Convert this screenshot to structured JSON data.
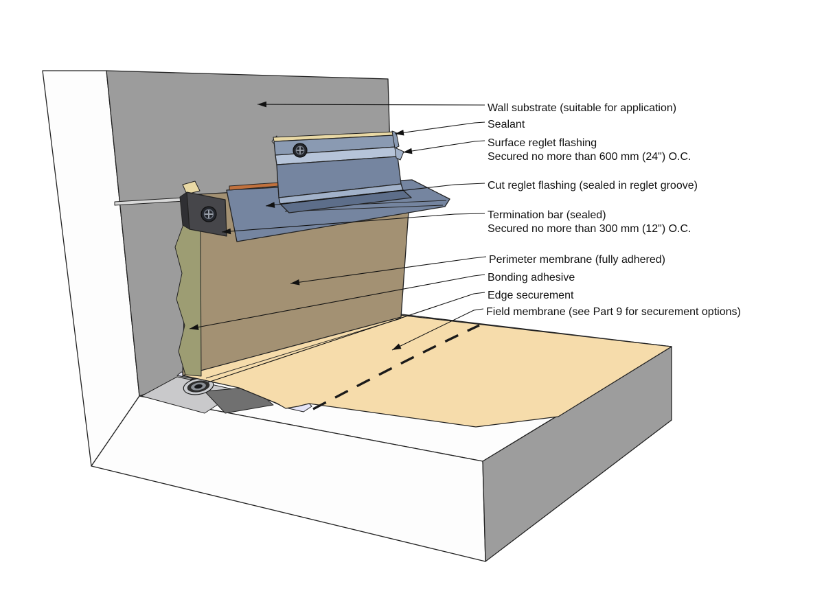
{
  "callouts": {
    "wall_substrate": {
      "label": "Wall substrate (suitable for application)"
    },
    "sealant": {
      "label": "Sealant"
    },
    "surface_reglet_flashing": {
      "label": "Surface reglet flashing",
      "note": "Secured no more than 600 mm (24\") O.C."
    },
    "cut_reglet_flashing": {
      "label": "Cut reglet flashing (sealed in reglet groove)"
    },
    "termination_bar": {
      "label": "Termination bar (sealed)",
      "note": "Secured no more than 300 mm (12\") O.C."
    },
    "perimeter_membrane": {
      "label": "Perimeter membrane (fully adhered)"
    },
    "bonding_adhesive": {
      "label": "Bonding adhesive"
    },
    "edge_securement": {
      "label": "Edge securement"
    },
    "field_membrane": {
      "label": "Field membrane (see Part 9 for securement options)"
    }
  },
  "colors": {
    "wall_gray": "#9c9c9c",
    "slab_side_gray": "#9d9d9d",
    "white_face": "#fdfdfd",
    "field_membrane_tan": "#f6dcab",
    "perimeter_membrane_brown": "#a39173",
    "bonding_adhesive_green": "#9d9d73",
    "flashing_blue": "#7585a0",
    "flashing_top": "#8a9ab2",
    "flashing_highlight": "#b6c4d9",
    "flashing_ridge": "#a2b2ca",
    "flashing_dark": "#5d6e8a",
    "termination_bar_dark": "#46464a",
    "termination_bar_side": "#2f2f33",
    "sealant_tan": "#e9d9a5",
    "copper": "#c1713d",
    "lavender_membrane": "#e4e4f6",
    "plate_gray": "#c9c9cb",
    "patch_gray": "#707070",
    "reglet_strip_gray": "#d9d9d9",
    "line_black": "#1a1a1a"
  }
}
